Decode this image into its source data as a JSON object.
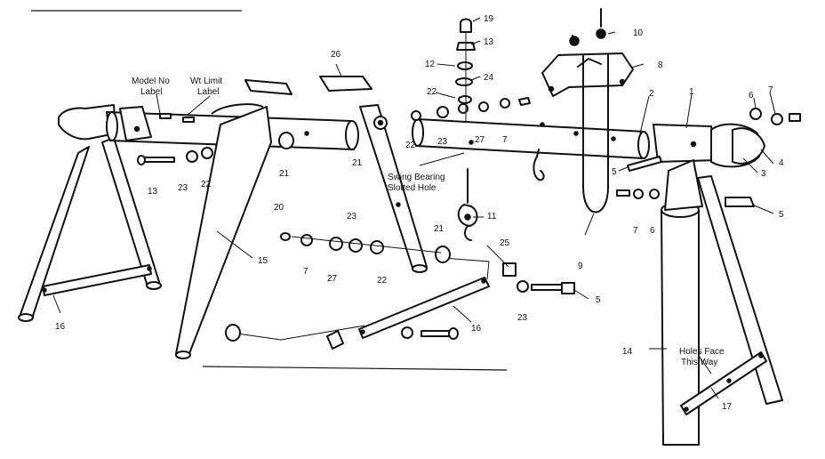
{
  "callouts": [
    {
      "id": "c1",
      "text": "1"
    },
    {
      "id": "c2",
      "text": "2"
    },
    {
      "id": "c3",
      "text": "3"
    },
    {
      "id": "c4",
      "text": "4"
    },
    {
      "id": "c5a",
      "text": "5"
    },
    {
      "id": "c5b",
      "text": "5"
    },
    {
      "id": "c5c",
      "text": "5"
    },
    {
      "id": "c6a",
      "text": "6"
    },
    {
      "id": "c6b",
      "text": "6"
    },
    {
      "id": "c7a",
      "text": "7"
    },
    {
      "id": "c7b",
      "text": "7"
    },
    {
      "id": "c7c",
      "text": "7"
    },
    {
      "id": "c7d",
      "text": "7"
    },
    {
      "id": "c8",
      "text": "8"
    },
    {
      "id": "c9",
      "text": "9"
    },
    {
      "id": "c10",
      "text": "10"
    },
    {
      "id": "c11",
      "text": "11"
    },
    {
      "id": "c12",
      "text": "12"
    },
    {
      "id": "c13a",
      "text": "13"
    },
    {
      "id": "c13b",
      "text": "13"
    },
    {
      "id": "c14",
      "text": "14"
    },
    {
      "id": "c15",
      "text": "15"
    },
    {
      "id": "c16a",
      "text": "16"
    },
    {
      "id": "c16b",
      "text": "16"
    },
    {
      "id": "c17",
      "text": "17"
    },
    {
      "id": "c19",
      "text": "19"
    },
    {
      "id": "c20",
      "text": "20"
    },
    {
      "id": "c21a",
      "text": "21"
    },
    {
      "id": "c21b",
      "text": "21"
    },
    {
      "id": "c21c",
      "text": "21"
    },
    {
      "id": "c22a",
      "text": "22"
    },
    {
      "id": "c22b",
      "text": "22"
    },
    {
      "id": "c22c",
      "text": "22"
    },
    {
      "id": "c22d",
      "text": "22"
    },
    {
      "id": "c23a",
      "text": "23"
    },
    {
      "id": "c23b",
      "text": "23"
    },
    {
      "id": "c23c",
      "text": "23"
    },
    {
      "id": "c23d",
      "text": "23"
    },
    {
      "id": "c24",
      "text": "24"
    },
    {
      "id": "c25",
      "text": "25"
    },
    {
      "id": "c26",
      "text": "26"
    },
    {
      "id": "c27a",
      "text": "27"
    },
    {
      "id": "c27b",
      "text": "27"
    }
  ],
  "labels": {
    "model_no_1": "Model No",
    "model_no_2": "Label",
    "wt_limit_1": "Wt Limit",
    "wt_limit_2": "Label",
    "swing_bearing_1": "Swing Bearing",
    "swing_bearing_2": "Slotted Hole",
    "holes_face_1": "Holes Face",
    "holes_face_2": "This Way"
  }
}
